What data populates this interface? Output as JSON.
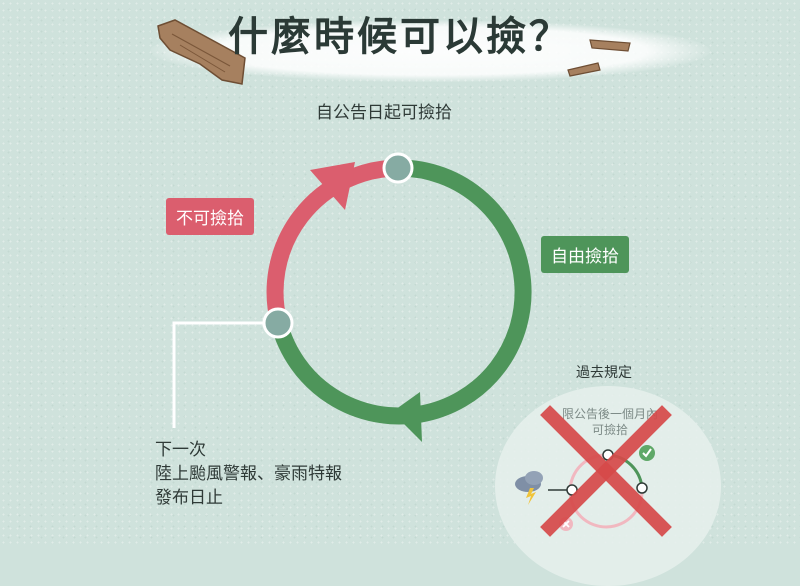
{
  "title": "什麼時候可以撿？",
  "start_label": "自公告日起可撿拾",
  "forbidden_label": "不可撿拾",
  "free_label": "自由撿拾",
  "next_lines": [
    "下一次",
    "陸上颱風警報、豪雨特報",
    "發布日止"
  ],
  "past_rule": {
    "title": "過去規定",
    "text_lines": [
      "限公告後一個月內",
      "可撿拾"
    ]
  },
  "colors": {
    "background": "#cfe2dc",
    "green": "#4e955a",
    "red": "#db5e6e",
    "node": "#86aba3",
    "cross": "#d64a4a"
  },
  "icons": [
    "driftwood-icon",
    "storm-cloud-icon",
    "check-icon",
    "x-mark-icon"
  ]
}
